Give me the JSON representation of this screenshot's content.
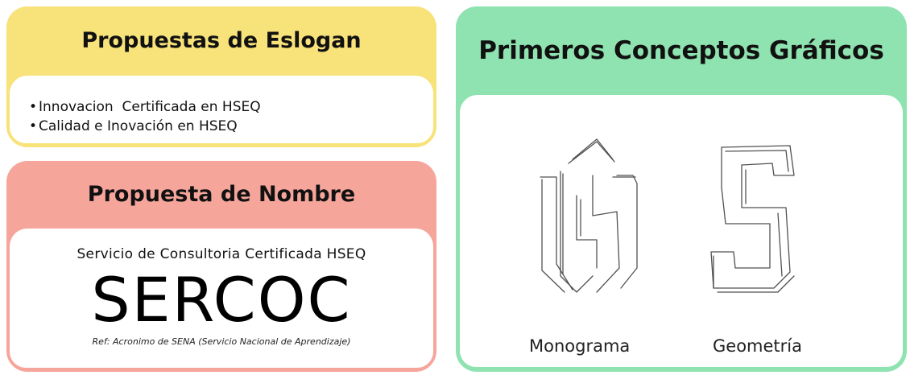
{
  "slogan": {
    "title": "Propuestas de Eslogan",
    "items": [
      "Innovacion  Certificada en HSEQ",
      "Calidad e Inovación en HSEQ"
    ],
    "bullet": "•"
  },
  "name": {
    "title": "Propuesta de Nombre",
    "full_name": "Servicio de Consultoria Certificada HSEQ",
    "acronym": "SERCOC",
    "reference": "Ref: Acronimo de SENA (Servicio Nacional de Aprendizaje)"
  },
  "concepts": {
    "title": "Primeros Conceptos Gráficos",
    "sketches": [
      {
        "icon": "monogram-sketch-icon",
        "caption": "Monograma"
      },
      {
        "icon": "geometric-s-sketch-icon",
        "caption": "Geometría"
      }
    ]
  },
  "colors": {
    "slogan_accent": "#f8e27a",
    "name_accent": "#f6a59b",
    "concepts_accent": "#8fe3b0"
  }
}
